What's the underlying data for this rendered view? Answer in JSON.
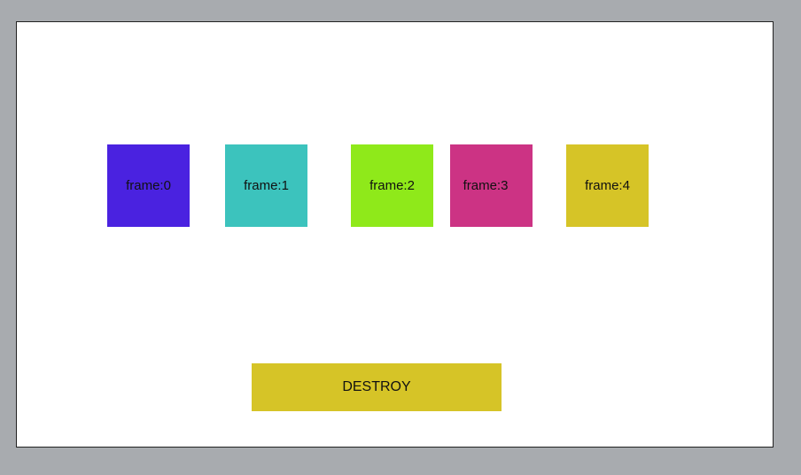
{
  "frames": [
    {
      "label": "frame:0",
      "color": "#4a22e0"
    },
    {
      "label": "frame:1",
      "color": "#3cc3bd"
    },
    {
      "label": "frame:2",
      "color": "#8fe91a"
    },
    {
      "label": "frame:3",
      "color": "#cc3384"
    },
    {
      "label": "frame:4",
      "color": "#d6c427"
    }
  ],
  "destroy": {
    "label": "DESTROY",
    "color": "#d6c427"
  },
  "colors": {
    "background": "#a8abaf",
    "stage": "#ffffff"
  }
}
